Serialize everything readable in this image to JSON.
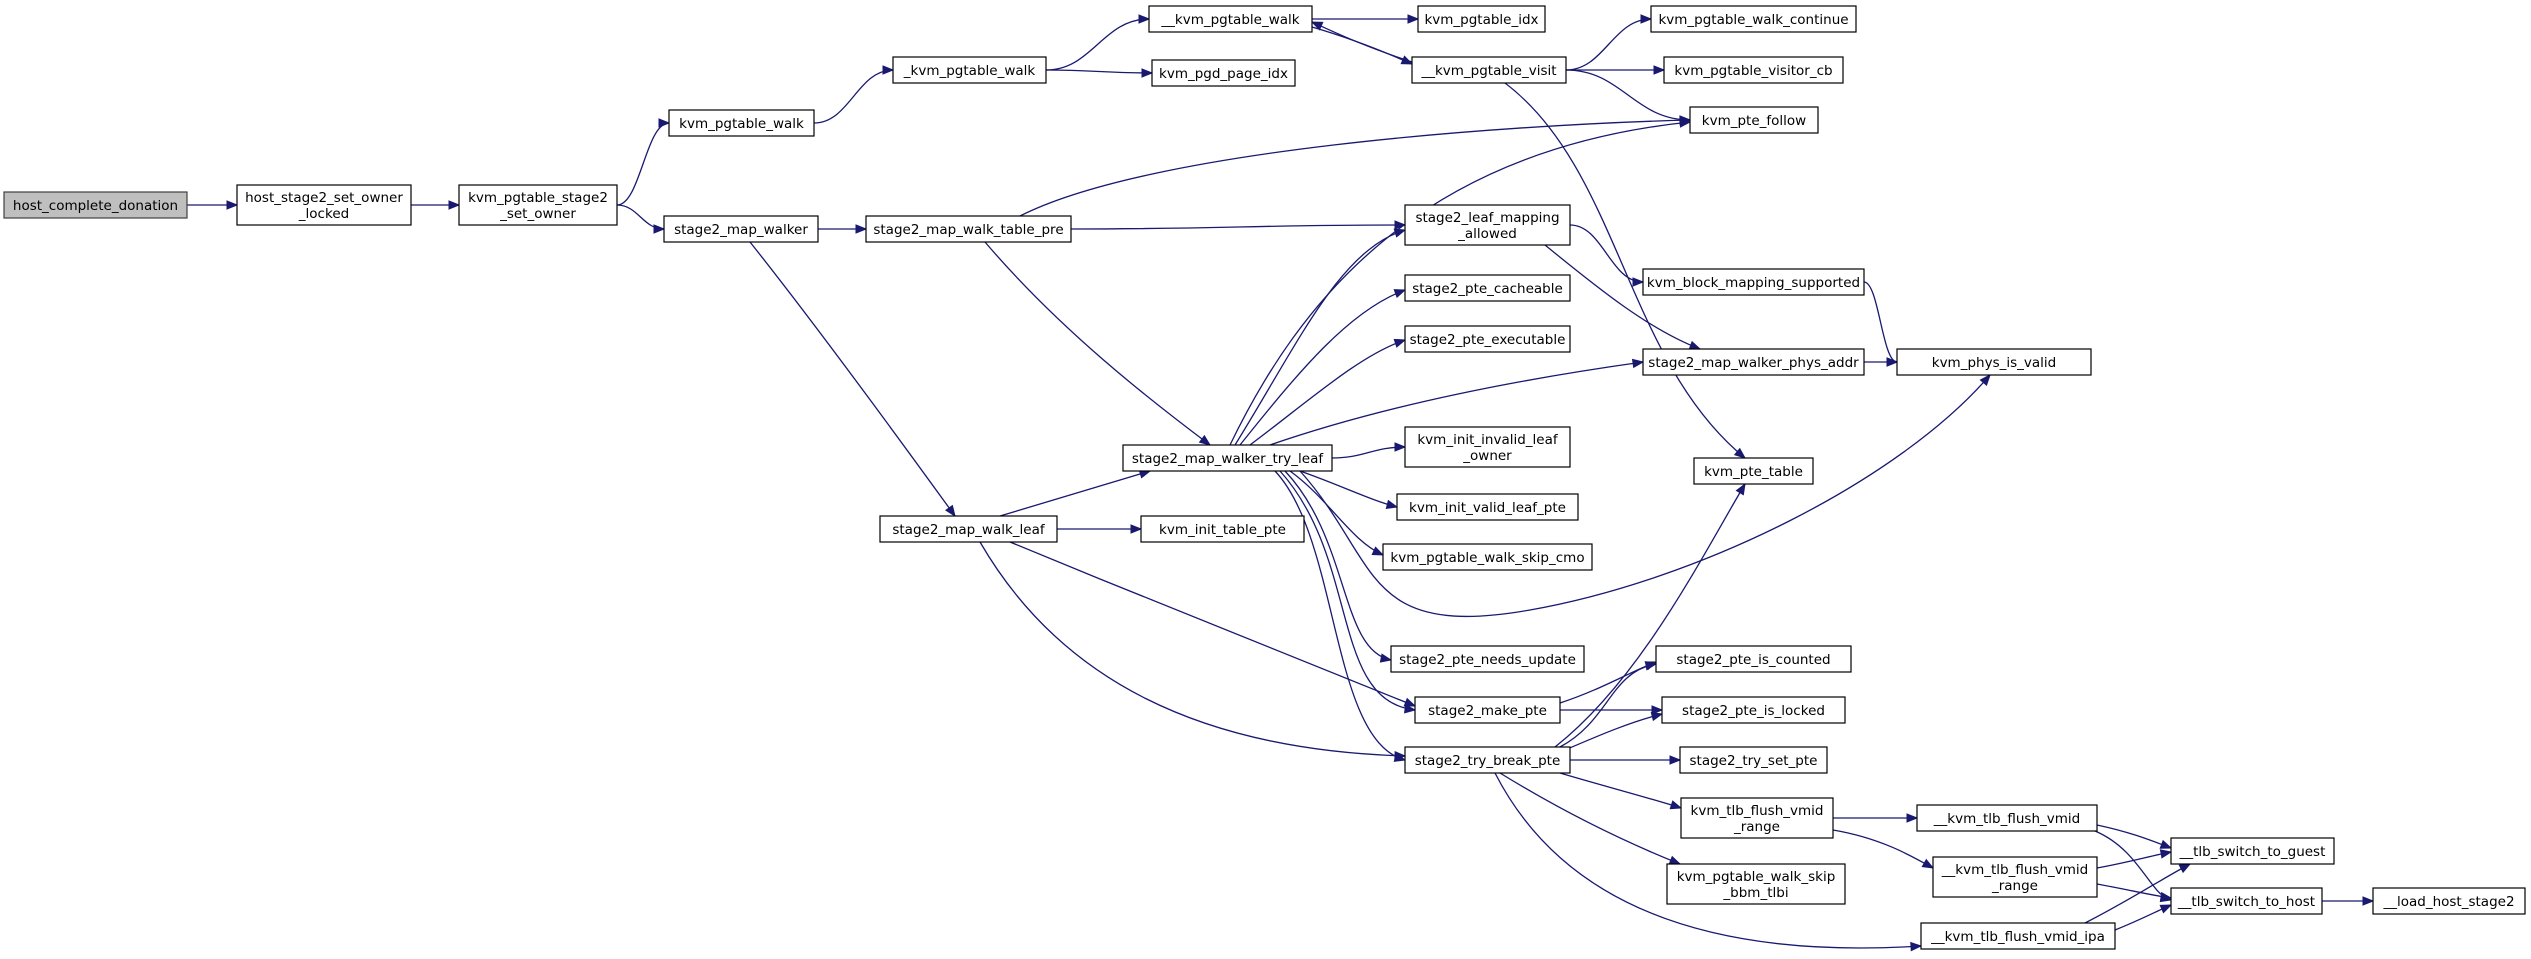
{
  "graph": {
    "nodes": [
      {
        "id": "host_complete_donation",
        "lines": [
          "host_complete_donation"
        ],
        "root": true
      },
      {
        "id": "host_stage2_set_owner_locked",
        "lines": [
          "host_stage2_set_owner",
          "_locked"
        ]
      },
      {
        "id": "kvm_pgtable_stage2_set_owner",
        "lines": [
          "kvm_pgtable_stage2",
          "_set_owner"
        ]
      },
      {
        "id": "kvm_pgtable_walk",
        "lines": [
          "kvm_pgtable_walk"
        ]
      },
      {
        "id": "_kvm_pgtable_walk",
        "lines": [
          "_kvm_pgtable_walk"
        ]
      },
      {
        "id": "__kvm_pgtable_walk",
        "lines": [
          "__kvm_pgtable_walk"
        ]
      },
      {
        "id": "kvm_pgtable_idx",
        "lines": [
          "kvm_pgtable_idx"
        ]
      },
      {
        "id": "kvm_pgd_page_idx",
        "lines": [
          "kvm_pgd_page_idx"
        ]
      },
      {
        "id": "__kvm_pgtable_visit",
        "lines": [
          "__kvm_pgtable_visit"
        ]
      },
      {
        "id": "kvm_pgtable_walk_continue",
        "lines": [
          "kvm_pgtable_walk_continue"
        ]
      },
      {
        "id": "kvm_pgtable_visitor_cb",
        "lines": [
          "kvm_pgtable_visitor_cb"
        ]
      },
      {
        "id": "kvm_pte_follow",
        "lines": [
          "kvm_pte_follow"
        ]
      },
      {
        "id": "kvm_pte_table",
        "lines": [
          "kvm_pte_table"
        ]
      },
      {
        "id": "stage2_map_walker",
        "lines": [
          "stage2_map_walker"
        ]
      },
      {
        "id": "stage2_map_walk_table_pre",
        "lines": [
          "stage2_map_walk_table_pre"
        ]
      },
      {
        "id": "stage2_leaf_mapping_allowed",
        "lines": [
          "stage2_leaf_mapping",
          "_allowed"
        ]
      },
      {
        "id": "kvm_block_mapping_supported",
        "lines": [
          "kvm_block_mapping_supported"
        ]
      },
      {
        "id": "kvm_phys_is_valid",
        "lines": [
          "kvm_phys_is_valid"
        ]
      },
      {
        "id": "stage2_map_walker_phys_addr",
        "lines": [
          "stage2_map_walker_phys_addr"
        ]
      },
      {
        "id": "stage2_pte_cacheable",
        "lines": [
          "stage2_pte_cacheable"
        ]
      },
      {
        "id": "stage2_pte_executable",
        "lines": [
          "stage2_pte_executable"
        ]
      },
      {
        "id": "stage2_map_walker_try_leaf",
        "lines": [
          "stage2_map_walker_try_leaf"
        ]
      },
      {
        "id": "kvm_init_invalid_leaf_owner",
        "lines": [
          "kvm_init_invalid_leaf",
          "_owner"
        ]
      },
      {
        "id": "kvm_init_valid_leaf_pte",
        "lines": [
          "kvm_init_valid_leaf_pte"
        ]
      },
      {
        "id": "kvm_pgtable_walk_skip_cmo",
        "lines": [
          "kvm_pgtable_walk_skip_cmo"
        ]
      },
      {
        "id": "stage2_map_walk_leaf",
        "lines": [
          "stage2_map_walk_leaf"
        ]
      },
      {
        "id": "kvm_init_table_pte",
        "lines": [
          "kvm_init_table_pte"
        ]
      },
      {
        "id": "stage2_pte_needs_update",
        "lines": [
          "stage2_pte_needs_update"
        ]
      },
      {
        "id": "stage2_make_pte",
        "lines": [
          "stage2_make_pte"
        ]
      },
      {
        "id": "stage2_pte_is_counted",
        "lines": [
          "stage2_pte_is_counted"
        ]
      },
      {
        "id": "stage2_pte_is_locked",
        "lines": [
          "stage2_pte_is_locked"
        ]
      },
      {
        "id": "stage2_try_break_pte",
        "lines": [
          "stage2_try_break_pte"
        ]
      },
      {
        "id": "stage2_try_set_pte",
        "lines": [
          "stage2_try_set_pte"
        ]
      },
      {
        "id": "kvm_tlb_flush_vmid_range",
        "lines": [
          "kvm_tlb_flush_vmid",
          "_range"
        ]
      },
      {
        "id": "kvm_pgtable_walk_skip_bbm_tlbi",
        "lines": [
          "kvm_pgtable_walk_skip",
          "_bbm_tlbi"
        ]
      },
      {
        "id": "__kvm_tlb_flush_vmid",
        "lines": [
          "__kvm_tlb_flush_vmid"
        ]
      },
      {
        "id": "__kvm_tlb_flush_vmid_range",
        "lines": [
          "__kvm_tlb_flush_vmid",
          "_range"
        ]
      },
      {
        "id": "__kvm_tlb_flush_vmid_ipa",
        "lines": [
          "__kvm_tlb_flush_vmid_ipa"
        ]
      },
      {
        "id": "__tlb_switch_to_guest",
        "lines": [
          "__tlb_switch_to_guest"
        ]
      },
      {
        "id": "__tlb_switch_to_host",
        "lines": [
          "__tlb_switch_to_host"
        ]
      },
      {
        "id": "__load_host_stage2",
        "lines": [
          "__load_host_stage2"
        ]
      }
    ],
    "edges": [
      [
        "host_complete_donation",
        "host_stage2_set_owner_locked"
      ],
      [
        "host_stage2_set_owner_locked",
        "kvm_pgtable_stage2_set_owner"
      ],
      [
        "kvm_pgtable_stage2_set_owner",
        "kvm_pgtable_walk"
      ],
      [
        "kvm_pgtable_stage2_set_owner",
        "stage2_map_walker"
      ],
      [
        "kvm_pgtable_walk",
        "_kvm_pgtable_walk"
      ],
      [
        "_kvm_pgtable_walk",
        "__kvm_pgtable_walk"
      ],
      [
        "_kvm_pgtable_walk",
        "kvm_pgd_page_idx"
      ],
      [
        "__kvm_pgtable_walk",
        "kvm_pgtable_idx"
      ],
      [
        "__kvm_pgtable_walk",
        "__kvm_pgtable_visit"
      ],
      [
        "__kvm_pgtable_visit",
        "__kvm_pgtable_walk"
      ],
      [
        "__kvm_pgtable_visit",
        "kvm_pgtable_walk_continue"
      ],
      [
        "__kvm_pgtable_visit",
        "kvm_pgtable_visitor_cb"
      ],
      [
        "__kvm_pgtable_visit",
        "kvm_pte_follow"
      ],
      [
        "__kvm_pgtable_visit",
        "kvm_pte_table"
      ],
      [
        "stage2_map_walker",
        "stage2_map_walk_table_pre"
      ],
      [
        "stage2_map_walker",
        "stage2_map_walk_leaf"
      ],
      [
        "stage2_map_walk_table_pre",
        "kvm_pte_follow"
      ],
      [
        "stage2_map_walk_table_pre",
        "stage2_leaf_mapping_allowed"
      ],
      [
        "stage2_map_walk_table_pre",
        "stage2_map_walker_try_leaf"
      ],
      [
        "stage2_leaf_mapping_allowed",
        "kvm_block_mapping_supported"
      ],
      [
        "stage2_leaf_mapping_allowed",
        "stage2_map_walker_phys_addr"
      ],
      [
        "kvm_block_mapping_supported",
        "kvm_phys_is_valid"
      ],
      [
        "stage2_map_walker_phys_addr",
        "kvm_phys_is_valid"
      ],
      [
        "stage2_map_walker_try_leaf",
        "kvm_pte_follow"
      ],
      [
        "stage2_map_walker_try_leaf",
        "stage2_leaf_mapping_allowed"
      ],
      [
        "stage2_map_walker_try_leaf",
        "stage2_pte_cacheable"
      ],
      [
        "stage2_map_walker_try_leaf",
        "stage2_pte_executable"
      ],
      [
        "stage2_map_walker_try_leaf",
        "stage2_map_walker_phys_addr"
      ],
      [
        "stage2_map_walker_try_leaf",
        "kvm_init_invalid_leaf_owner"
      ],
      [
        "stage2_map_walker_try_leaf",
        "kvm_init_valid_leaf_pte"
      ],
      [
        "stage2_map_walker_try_leaf",
        "kvm_pgtable_walk_skip_cmo"
      ],
      [
        "stage2_map_walker_try_leaf",
        "kvm_phys_is_valid"
      ],
      [
        "stage2_map_walker_try_leaf",
        "stage2_pte_needs_update"
      ],
      [
        "stage2_map_walker_try_leaf",
        "stage2_make_pte"
      ],
      [
        "stage2_map_walker_try_leaf",
        "stage2_try_break_pte"
      ],
      [
        "stage2_map_walk_leaf",
        "stage2_map_walker_try_leaf"
      ],
      [
        "stage2_map_walk_leaf",
        "kvm_init_table_pte"
      ],
      [
        "stage2_map_walk_leaf",
        "stage2_make_pte"
      ],
      [
        "stage2_map_walk_leaf",
        "stage2_try_break_pte"
      ],
      [
        "stage2_make_pte",
        "stage2_pte_is_counted"
      ],
      [
        "stage2_make_pte",
        "stage2_pte_is_locked"
      ],
      [
        "stage2_try_break_pte",
        "kvm_pte_table"
      ],
      [
        "stage2_try_break_pte",
        "stage2_pte_is_counted"
      ],
      [
        "stage2_try_break_pte",
        "stage2_pte_is_locked"
      ],
      [
        "stage2_try_break_pte",
        "stage2_try_set_pte"
      ],
      [
        "stage2_try_break_pte",
        "kvm_tlb_flush_vmid_range"
      ],
      [
        "stage2_try_break_pte",
        "kvm_pgtable_walk_skip_bbm_tlbi"
      ],
      [
        "stage2_try_break_pte",
        "__kvm_tlb_flush_vmid_ipa"
      ],
      [
        "kvm_tlb_flush_vmid_range",
        "__kvm_tlb_flush_vmid"
      ],
      [
        "kvm_tlb_flush_vmid_range",
        "__kvm_tlb_flush_vmid_range"
      ],
      [
        "__kvm_tlb_flush_vmid",
        "__tlb_switch_to_guest"
      ],
      [
        "__kvm_tlb_flush_vmid",
        "__tlb_switch_to_host"
      ],
      [
        "__kvm_tlb_flush_vmid_range",
        "__tlb_switch_to_guest"
      ],
      [
        "__kvm_tlb_flush_vmid_range",
        "__tlb_switch_to_host"
      ],
      [
        "__kvm_tlb_flush_vmid_ipa",
        "__tlb_switch_to_guest"
      ],
      [
        "__kvm_tlb_flush_vmid_ipa",
        "__tlb_switch_to_host"
      ],
      [
        "__tlb_switch_to_host",
        "__load_host_stage2"
      ]
    ]
  }
}
